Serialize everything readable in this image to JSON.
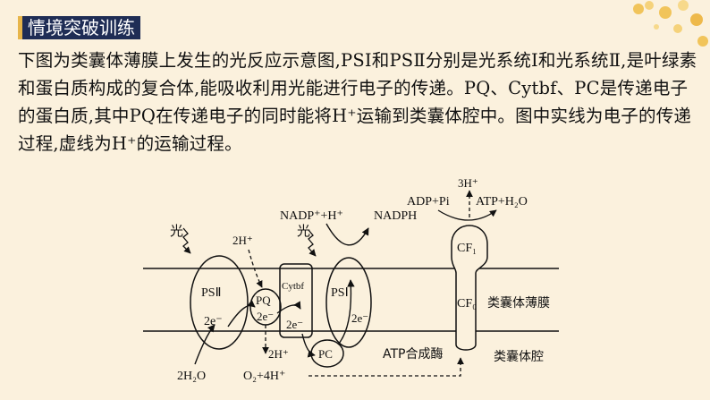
{
  "section_title": "情境突破训练",
  "paragraph": "下图为类囊体薄膜上发生的光反应示意图,PSⅠ和PSⅡ分别是光系统Ⅰ和光系统Ⅱ,是叶绿素和蛋白质构成的复合体,能吸收利用光能进行电子的传递。PQ、Cytbf、PC是传递电子的蛋白质,其中PQ在传递电子的同时能将H⁺运输到类囊体腔中。图中实线为电子的传递过程,虚线为H⁺的运输过程。",
  "diagram": {
    "light_left": "光",
    "light_right": "光",
    "psii": "PSⅡ",
    "psi": "PSⅠ",
    "pq": "PQ",
    "cytbf": "Cytbf",
    "pc": "PC",
    "e_psii": "2e⁻",
    "e_pq": "2e⁻",
    "e_cytbf": "2e⁻",
    "e_psi": "2e⁻",
    "h_top": "2H⁺",
    "h_bottom": "2H⁺",
    "water": "2H₂O",
    "oxygen": "O₂+4H⁺",
    "nadp": "NADP⁺+H⁺",
    "nadph": "NADPH",
    "h3": "3H⁺",
    "adp": "ADP+Pi",
    "atp": "ATP+H₂O",
    "cf1": "CF₁",
    "cf0": "CF₀",
    "atp_synthase": "ATP合成酶",
    "membrane_label": "类囊体薄膜",
    "lumen_label": "类囊体腔"
  }
}
